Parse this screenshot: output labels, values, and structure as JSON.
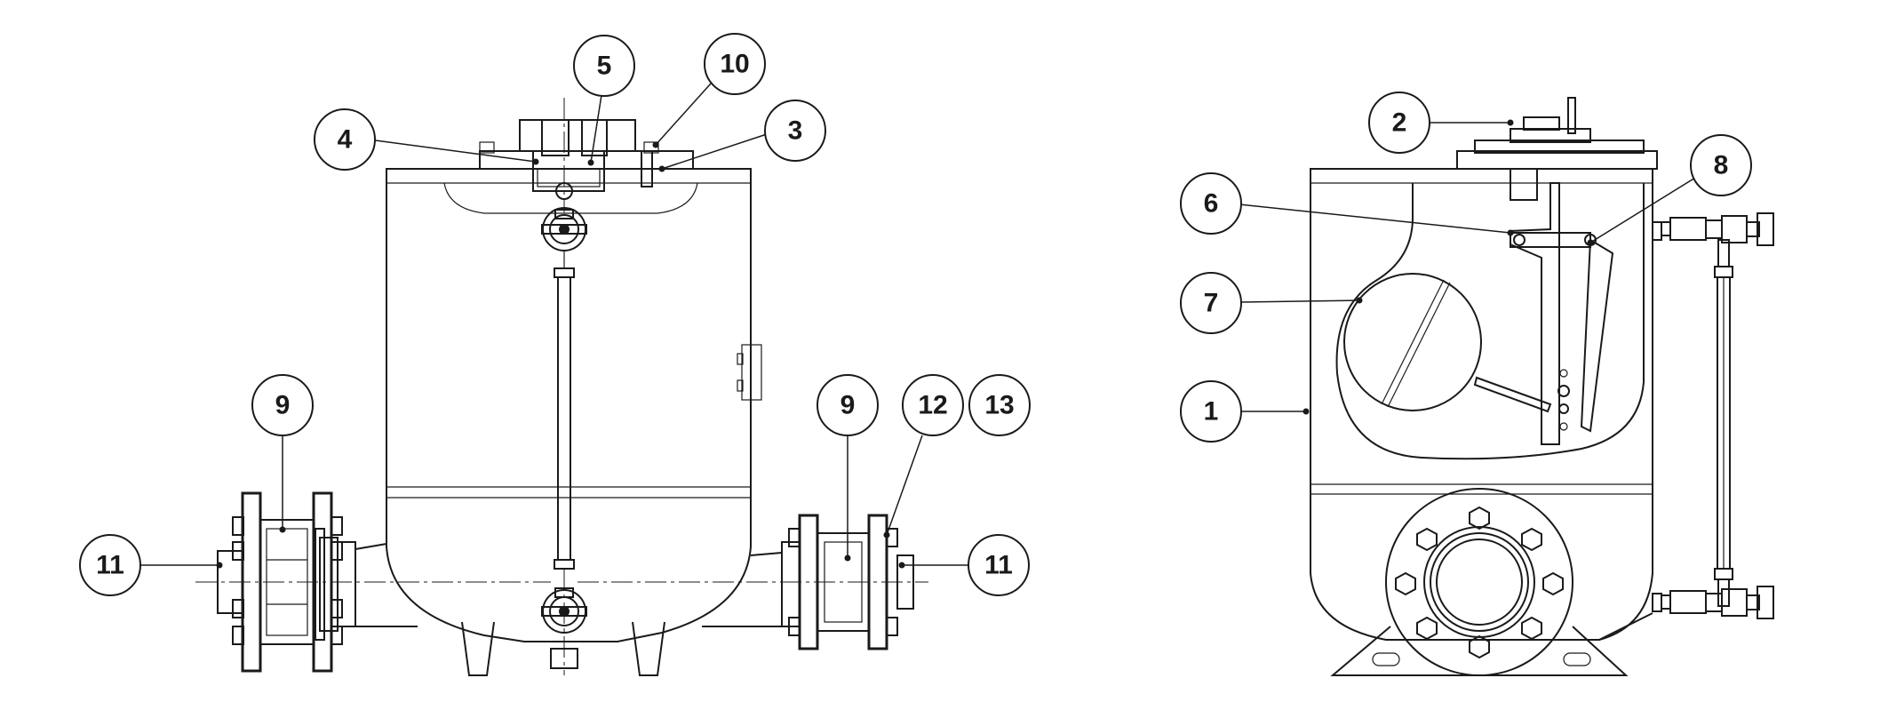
{
  "callouts": {
    "c1": "1",
    "c2": "2",
    "c3": "3",
    "c4": "4",
    "c5": "5",
    "c6": "6",
    "c7": "7",
    "c8": "8",
    "c9a": "9",
    "c9b": "9",
    "c10": "10",
    "c11a": "11",
    "c11b": "11",
    "c12": "12",
    "c13": "13"
  }
}
